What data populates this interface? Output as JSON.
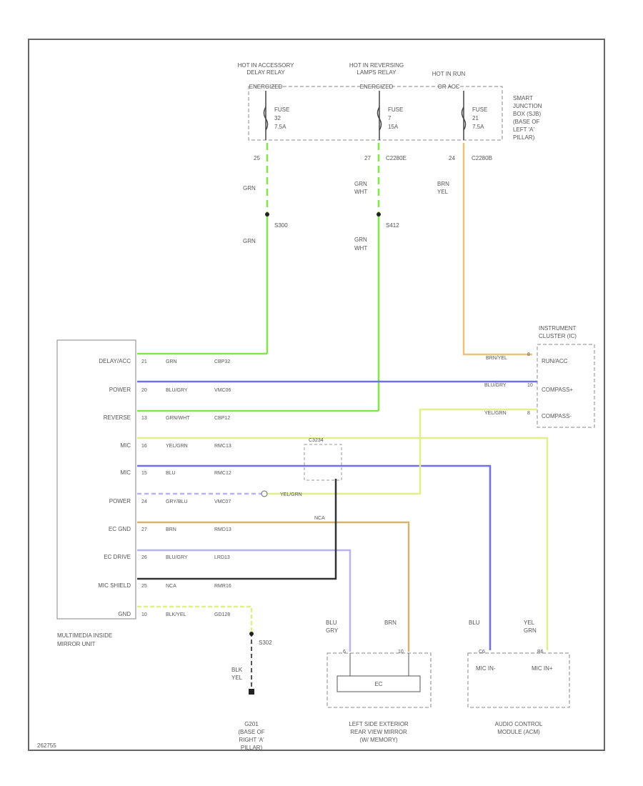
{
  "sources": {
    "acc": {
      "line1": "HOT IN ACCESSORY",
      "line2": "DELAY RELAY",
      "line3": "ENERGIZED"
    },
    "rev": {
      "line1": "HOT IN REVERSING",
      "line2": "LAMPS RELAY",
      "line3": "ENERGIZED"
    },
    "run": {
      "line1": "HOT IN RUN",
      "line2": "OR ACC"
    }
  },
  "fuses": {
    "f1": {
      "label": "FUSE",
      "num": "32",
      "amp": "7.5A"
    },
    "f2": {
      "label": "FUSE",
      "num": "7",
      "amp": "15A"
    },
    "f3": {
      "label": "FUSE",
      "num": "21",
      "amp": "7.5A"
    }
  },
  "sjb": {
    "line1": "SMART",
    "line2": "JUNCTION",
    "line3": "BOX (SJB)",
    "line4": "(BASE OF",
    "line5": "LEFT 'A'",
    "line6": "PILLAR)"
  },
  "pins": {
    "p1": "25",
    "p2": "27",
    "p2c": "C2280E",
    "p3": "24",
    "p3c": "C2280B"
  },
  "wire_colors": {
    "grn": "GRN",
    "grn_wht_1": "GRN",
    "grn_wht_2": "WHT",
    "brn_yel_1": "BRN",
    "brn_yel_2": "YEL",
    "grn_b": "GRN",
    "grn_wht_b1": "GRN",
    "grn_wht_b2": "WHT"
  },
  "splices": {
    "s1": "S300",
    "s2": "S412"
  },
  "instrument": {
    "title1": "INSTRUMENT",
    "title2": "CLUSTER (IC)",
    "pin_top": "8",
    "r1": "RUN/ACC",
    "r2": "COMPASS+",
    "r3": "COMPASS-"
  },
  "mirror": {
    "name1": "MULTIMEDIA INSIDE",
    "name2": "MIRROR UNIT"
  },
  "rows": [
    {
      "label": "DELAY/ACC",
      "pin": "21",
      "wire": "GRN",
      "circ": "CBP32"
    },
    {
      "label": "POWER",
      "pin": "20",
      "wire": "BLU/GRY",
      "circ": "VMC06"
    },
    {
      "label": "REVERSE",
      "pin": "13",
      "wire": "GRN/WHT",
      "circ": "CBP12"
    },
    {
      "label": "MIC",
      "pin": "16",
      "wire": "YEL/GRN",
      "circ": "RMC13"
    },
    {
      "label": "MIC",
      "pin": "15",
      "wire": "BLU",
      "circ": "RMC12"
    },
    {
      "label": "POWER",
      "pin": "24",
      "wire": "GRY/BLU",
      "circ": "VMC07"
    },
    {
      "label": "EC GND",
      "pin": "27",
      "wire": "BRN",
      "circ": "RMD13"
    },
    {
      "label": "EC DRIVE",
      "pin": "26",
      "wire": "BLU/GRY",
      "circ": "LRD13"
    },
    {
      "label": "MIC SHIELD",
      "pin": "25",
      "wire": "NCA",
      "circ": "RMR16"
    },
    {
      "label": "GND",
      "pin": "10",
      "wire": "BLK/YEL",
      "circ": "GD128"
    }
  ],
  "ic_wires": {
    "w1": "BRN/YEL",
    "w2": "BLU/GRY",
    "w3": "YEL/GRN"
  },
  "ic_pins": {
    "p1": "10",
    "p2": "8"
  },
  "misc": {
    "yel_grn_label": "YEL/GRN",
    "wire_mid": "NCA",
    "shield_box": "C3234"
  },
  "ground": {
    "splice": "S302",
    "wire1": "BLK",
    "wire2": "YEL",
    "loc1": "G201",
    "loc2": "(BASE OF",
    "loc3": "RIGHT 'A'",
    "loc4": "PILLAR)"
  },
  "left_mirror": {
    "w1a": "BLU",
    "w1b": "GRY",
    "w2": "BRN",
    "pin1": "6",
    "pin2": "10",
    "inner": "EC",
    "name1": "LEFT SIDE EXTERIOR",
    "name2": "REAR VIEW MIRROR",
    "name3": "(W/ MEMORY)"
  },
  "acm": {
    "w1": "BLU",
    "w2a": "YEL",
    "w2b": "GRN",
    "pin1": "C6",
    "pin2": "B6",
    "t1": "MIC IN-",
    "t2": "MIC IN+",
    "name1": "AUDIO CONTROL",
    "name2": "MODULE (ACM)"
  },
  "footer": "262755",
  "colors": {
    "green": "#7ee84a",
    "blue": "#6f6ff0",
    "yellow": "#e2f08a",
    "tan": "#e8c47e",
    "brown_tan": "#d4b46c",
    "black": "#333333",
    "lav": "#b9b3f2"
  }
}
